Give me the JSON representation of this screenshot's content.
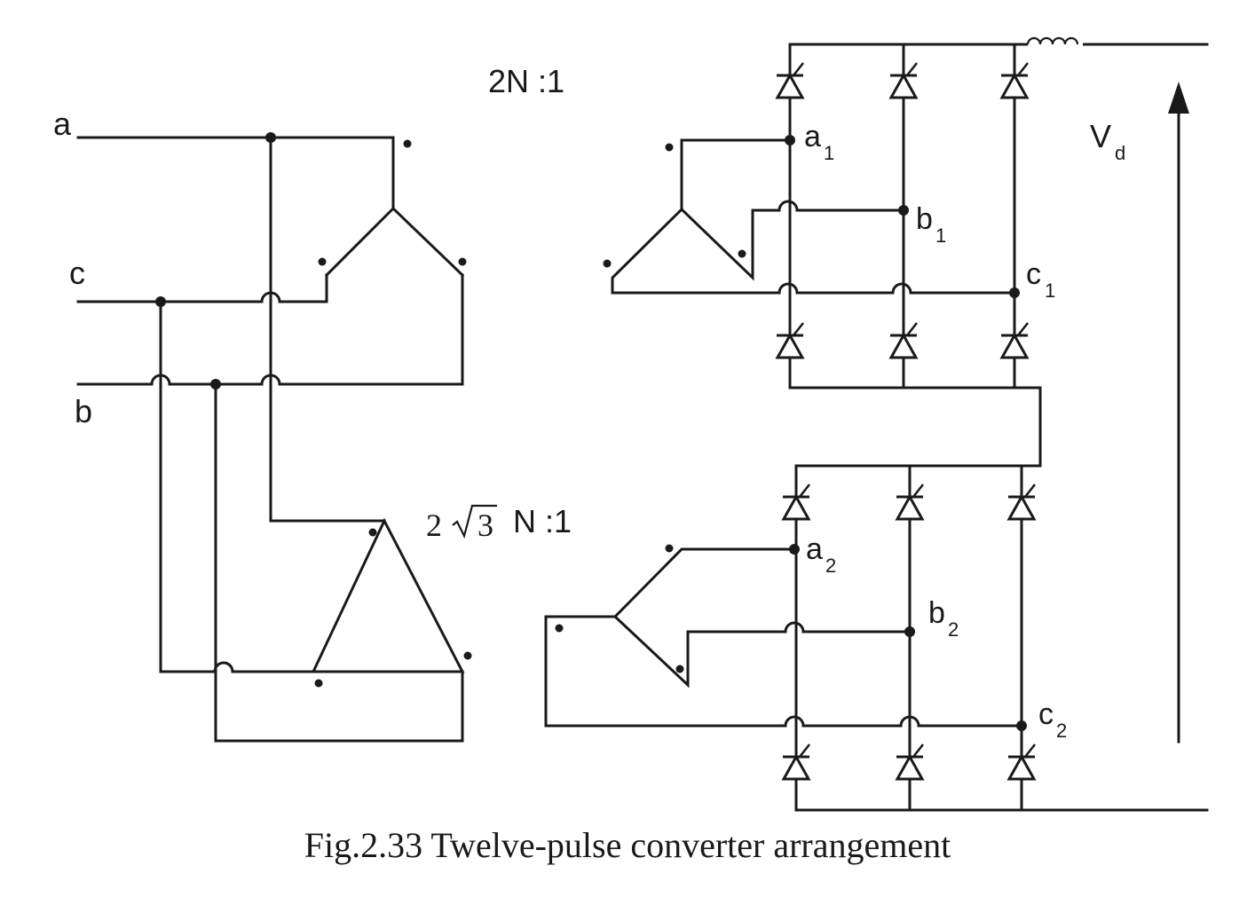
{
  "labels": {
    "phase_a": "a",
    "phase_b": "b",
    "phase_c": "c",
    "wye_ratio": "2N :1",
    "delta_ratio_coef": "2",
    "delta_ratio_root": "3",
    "delta_ratio_rest": "N :1",
    "dc_voltage": "V",
    "dc_voltage_sub": "d",
    "a1": "a",
    "a1_sub": "1",
    "b1": "b",
    "b1_sub": "1",
    "c1": "c",
    "c1_sub": "1",
    "a2": "a",
    "a2_sub": "2",
    "b2": "b",
    "b2_sub": "2",
    "c2": "c",
    "c2_sub": "2"
  },
  "caption": "Fig.2.33 Twelve-pulse converter arrangement"
}
